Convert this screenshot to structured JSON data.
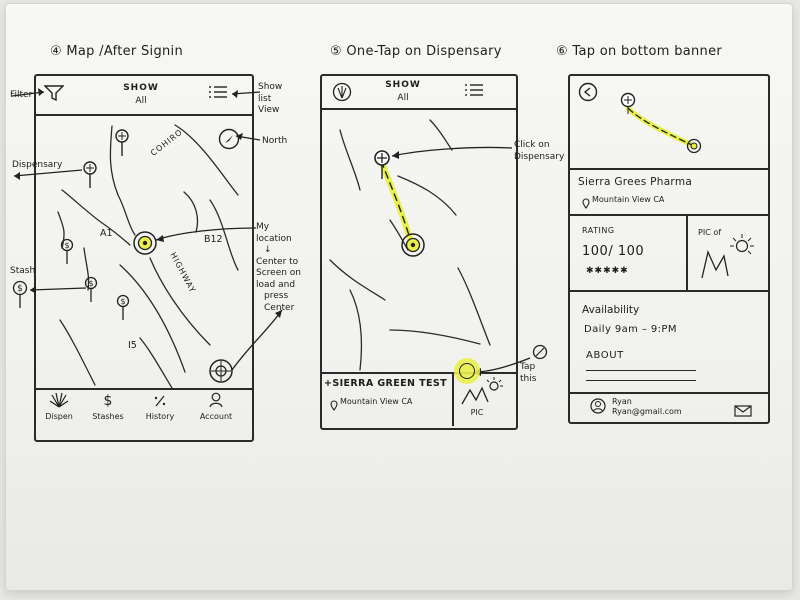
{
  "screen4": {
    "title": "④ Map /After Signin",
    "header_line1": "SHOW",
    "header_line2": "All",
    "ann_filter": "Filter",
    "ann_show_list": [
      "Show",
      "list",
      "View"
    ],
    "ann_north": "North",
    "ann_dispensary": "Dispensary",
    "ann_stash": "Stash",
    "ann_my_location": [
      "My",
      "location",
      "↓",
      "Center to",
      "Screen on",
      "load and",
      "press",
      "Center"
    ],
    "map_labels": {
      "cohiro": "COHIRO",
      "a1": "A1",
      "b12": "B12",
      "highway": "HIGHWAY",
      "i5": "I5"
    },
    "tabs": [
      "Dispen",
      "Stashes",
      "History",
      "Account"
    ]
  },
  "screen5": {
    "title": "⑤ One-Tap on Dispensary",
    "header_line1": "SHOW",
    "header_line2": "All",
    "ann_click": [
      "Click on",
      "Dispensary"
    ],
    "ann_tap": [
      "Tap",
      "this"
    ],
    "banner_name": "+SIERRA GREEN TEST",
    "banner_location": "Mountain View CA",
    "banner_pic": "PIC"
  },
  "screen6": {
    "title": "⑥ Tap on bottom banner",
    "name": "Sierra Grees Pharma",
    "location": "Mountain View CA",
    "rating_label": "RATING",
    "rating_value": "100/ 100",
    "stars": "✱✱✱✱✱",
    "pic_label": "PIC of",
    "availability_label": "Availability",
    "availability_hours": "Daily 9am – 9:PM",
    "about_label": "ABOUT",
    "user_name": "Ryan",
    "user_email": "Ryan@gmail.com"
  },
  "colors": {
    "ink": "#2a2a2a",
    "highlighter": "#e9f04a",
    "paper": "#f4f4f1"
  },
  "icons": [
    "filter-icon",
    "list-view-icon",
    "north-compass-icon",
    "pin-icon",
    "my-location-icon",
    "center-target-icon",
    "weed-leaf-icon",
    "stash-icon",
    "history-icon",
    "account-icon",
    "back-arrow-icon",
    "location-pin-icon",
    "sun-icon",
    "mountain-icon",
    "mail-icon",
    "user-icon"
  ]
}
